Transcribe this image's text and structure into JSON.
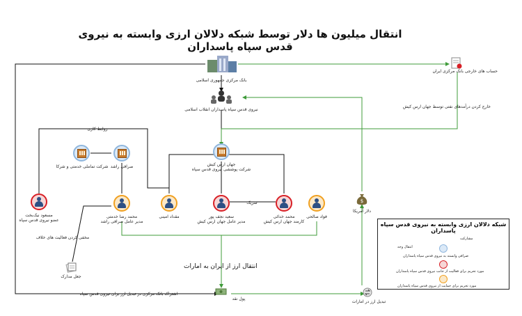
{
  "title": "انتقال میلیون ها دلار توسط شبکه دلالان ارزی وابسته به نیروی قدس سپاه پاسداران",
  "colors": {
    "green": "#3f9b3a",
    "black": "#111111",
    "red": "#d81f26",
    "orange": "#f0a020",
    "blue": "#8fb6dd"
  },
  "nodes": {
    "central_bank": "بانک مرکزی جمهوری اسلامی",
    "foreign_accounts": "حساب های خارجی بانک مرکزی ایران",
    "oil_revenue": "خارج کردن درآمدهای نفتی توسط جهان ارس کیش",
    "irgc_qf": "نیروی قدس سپاه پاسداران انقلاب اسلامی",
    "jahan_aras": "جهان ارس کیش",
    "jahan_aras_sub": "شرکت پوششی نیروی قدس سپاه",
    "rashed_exchange": "صرافی راشد",
    "tamamy_company": "شرکت تماملی خدمتی و شرکا",
    "work_relation": "روابط کاری",
    "masoud": "مسعود نیک‌بخت",
    "masoud_sub": "عضو نیروی قدس سپاه",
    "mohammadreza": "محمد رضا خدمتی",
    "mohammadreza_sub": "مدیر عامل صرافی راشد",
    "meghdad": "مقداد امینی",
    "saeid": "سعید نجف پور",
    "saeid_sub": "مدیر عامل جهان ارس کیش",
    "partner": "شریک",
    "mohammad": "محمد خدائی",
    "mohammad_sub": "کارمند جهان ارس کیش",
    "foad": "فواد صالحی",
    "dollar": "دلار آمریکا",
    "hide_activity": "مخفی کردن فعالیت های خلاف",
    "fake_docs": "جعل مدارک",
    "transfer_uae": "انتقال ارز از ایران به امارات",
    "cash": "پول نقد",
    "conversion": "تبدیل ارز در امارات",
    "bank_share": "اشتراک بانک مرکزی در تبدیل ارز برای نیروی قدس سپاه"
  },
  "legend": {
    "title": "شبکه دلالان ارزی وابسته به نیروی قدس سپاه پاسداران",
    "participation": "مشارکت",
    "fund_transfer": "انتقال وجه",
    "blue_item": "صرافی وابسته به نیروی قدس سپاه پاسداران",
    "red_item": "مورد تحریم برای فعالیت از جانب نیروی قدس سپاه پاسداران",
    "orange_item": "مورد تحریم برای حمایت از نیروی قدس سپاه پاسداران"
  }
}
